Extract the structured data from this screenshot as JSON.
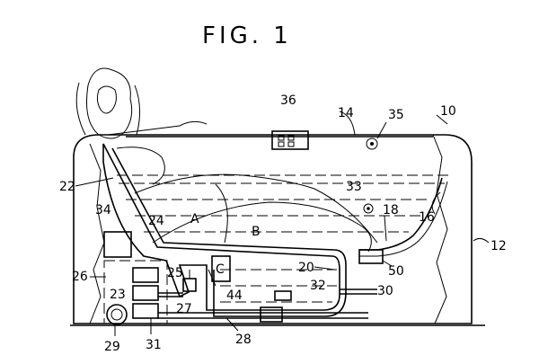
{
  "figure": {
    "title": "FIG. 1",
    "labels": {
      "n10": "10",
      "n12": "12",
      "n14": "14",
      "n16": "16",
      "n18": "18",
      "n20": "20",
      "n22": "22",
      "n23": "23",
      "n24": "24",
      "n25": "25",
      "n26": "26",
      "n27": "27",
      "n28": "28",
      "n29": "29",
      "n30": "30",
      "n31": "31",
      "n32": "32",
      "n33": "33",
      "n34": "34",
      "n35": "35",
      "n36": "36",
      "n44": "44",
      "n50": "50",
      "A": "A",
      "B": "B",
      "C": "C"
    }
  }
}
